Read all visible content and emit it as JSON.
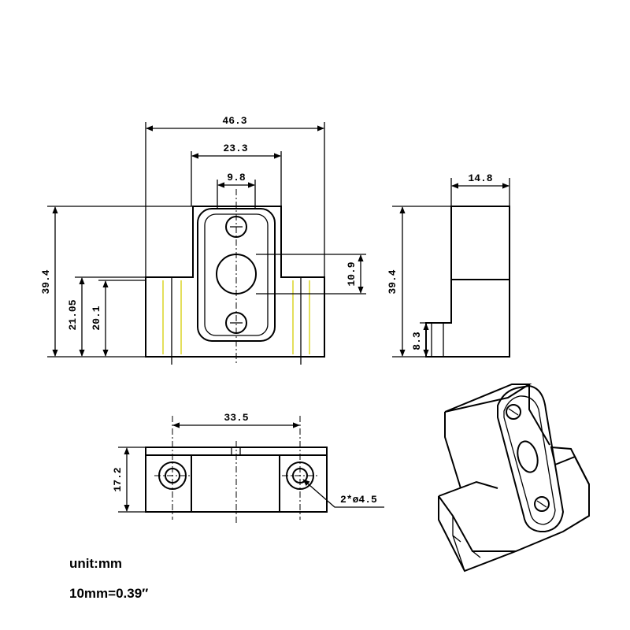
{
  "front_view": {
    "width_total": "46.3",
    "width_slot": "23.3",
    "width_holes": "9.8",
    "height_total": "39.4",
    "height_step_a": "21.05",
    "height_step_b": "20.1",
    "hole_diameter": "10.9"
  },
  "side_view": {
    "thickness": "14.8",
    "height_total": "39.4",
    "height_base": "8.3"
  },
  "top_view": {
    "hole_spacing": "33.5",
    "depth": "17.2",
    "hole_callout": "2*ø4.5"
  },
  "notes": {
    "unit": "unit:mm",
    "conversion": "10mm=0.39″"
  },
  "colors": {
    "line": "#000000",
    "hidden_marker": "#e4df5c"
  }
}
